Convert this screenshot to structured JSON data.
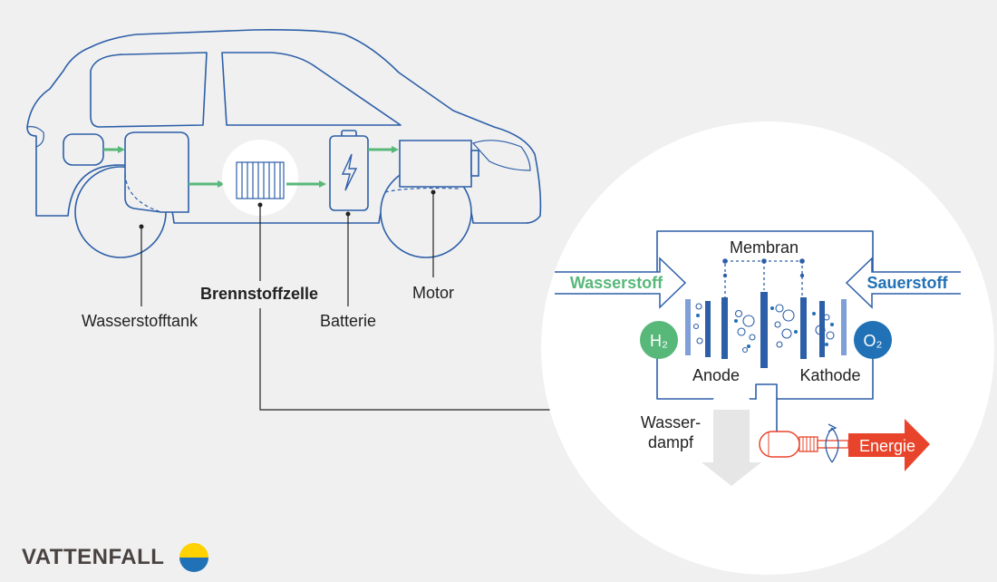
{
  "labels": {
    "tank": "Wasserstofftank",
    "fuel_cell": "Brennstoffzelle",
    "battery": "Batterie",
    "motor": "Motor",
    "membrane": "Membran",
    "hydrogen": "Wasserstoff",
    "oxygen": "Sauerstoff",
    "h2": "H₂",
    "o2": "O₂",
    "anode": "Anode",
    "cathode": "Kathode",
    "vapor_line1": "Wasser-",
    "vapor_line2": "dampf",
    "energy": "Energie"
  },
  "brand": {
    "name": "VATTENFALL",
    "logo_colors": [
      "#ffd200",
      "#2071b5"
    ]
  },
  "colors": {
    "outline": "#2d5fa8",
    "flow_arrow": "#58b87a",
    "hydrogen": "#58b87a",
    "oxygen": "#2071b5",
    "energy": "#e8442b",
    "vapor_arrow": "#ffffff"
  },
  "icons": [
    "lightning-icon",
    "rotation-icon"
  ]
}
